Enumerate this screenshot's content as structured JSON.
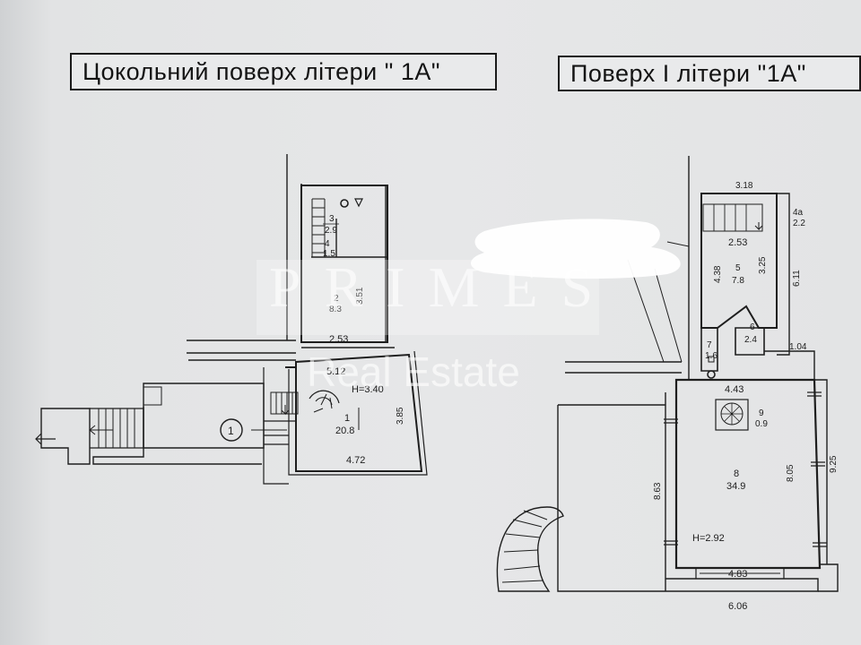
{
  "titles": {
    "basement": "Цокольний поверх літери  \" 1А\"",
    "floor1": "Поверх  І  літери   \"1А\""
  },
  "watermark": {
    "brand": "PRIMES",
    "sub": "Real Estate"
  },
  "basement": {
    "rooms": [
      {
        "num": "3",
        "area": "2.9"
      },
      {
        "num": "4",
        "area": "1.5"
      },
      {
        "num": "2",
        "area": "8.3"
      },
      {
        "num": "1",
        "area": "20.8"
      }
    ],
    "dims": {
      "d351": "3.51",
      "d253": "2.53",
      "d512": "5.12",
      "height": "H=3.40",
      "d385": "3.85",
      "d472": "4.72"
    },
    "marker": "1"
  },
  "floor1": {
    "rooms": [
      {
        "num": "4а",
        "area": "2.2"
      },
      {
        "num": "5",
        "area": "7.8"
      },
      {
        "num": "6",
        "area": "2.4"
      },
      {
        "num": "7",
        "area": "1.6"
      },
      {
        "num": "9",
        "area": "0.9"
      },
      {
        "num": "8",
        "area": "34.9"
      }
    ],
    "dims": {
      "d318": "3.18",
      "d253": "2.53",
      "d438": "4.38",
      "d325": "3.25",
      "d611": "6.11",
      "d104": "1.04",
      "d443": "4.43",
      "d863": "8.63",
      "d805": "8.05",
      "d925": "9.25",
      "height": "H=2.92",
      "d483": "4.83",
      "d606": "6.06"
    }
  },
  "colors": {
    "ink": "#1e1e1e",
    "paper": "#e6e7e8"
  }
}
